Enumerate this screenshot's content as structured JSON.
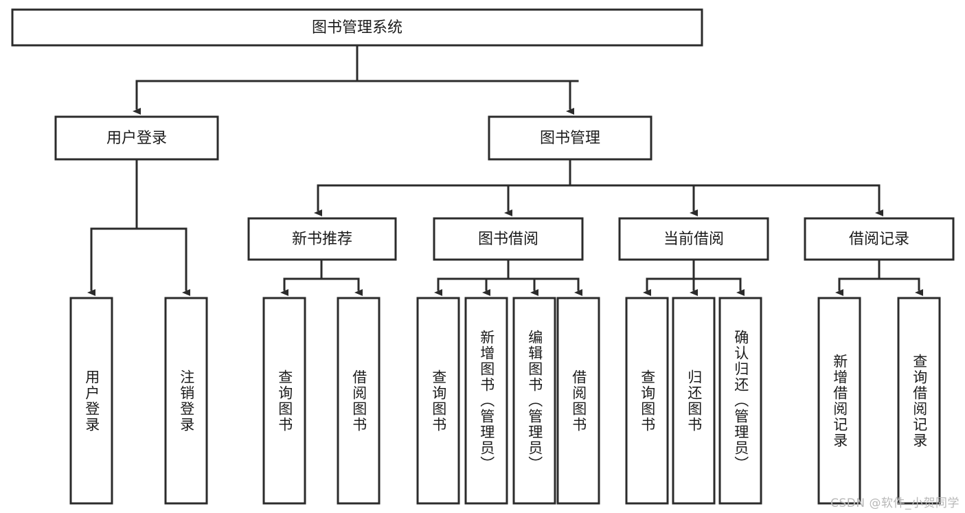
{
  "diagram": {
    "type": "tree-hierarchy",
    "title": "图书管理系统",
    "watermark": "CSDN @软件_小贺同学",
    "colors": {
      "stroke": "#2b2b2b",
      "fill": "#ffffff",
      "text": "#1b1b1b",
      "watermark": "#b8b8b8"
    },
    "levels": {
      "root": {
        "label": "图书管理系统",
        "orientation": "horizontal"
      },
      "level2": [
        {
          "label": "用户登录",
          "orientation": "horizontal"
        },
        {
          "label": "图书管理",
          "orientation": "horizontal"
        }
      ],
      "level3": [
        {
          "label": "新书推荐",
          "orientation": "horizontal",
          "parent": "图书管理"
        },
        {
          "label": "图书借阅",
          "orientation": "horizontal",
          "parent": "图书管理"
        },
        {
          "label": "当前借阅",
          "orientation": "horizontal",
          "parent": "图书管理"
        },
        {
          "label": "借阅记录",
          "orientation": "horizontal",
          "parent": "图书管理"
        }
      ],
      "leaves": [
        {
          "label": "用户登录",
          "orientation": "vertical",
          "parent": "用户登录"
        },
        {
          "label": "注销登录",
          "orientation": "vertical",
          "parent": "用户登录"
        },
        {
          "label": "查询图书",
          "orientation": "vertical",
          "parent": "新书推荐"
        },
        {
          "label": "借阅图书",
          "orientation": "vertical",
          "parent": "新书推荐"
        },
        {
          "label": "查询图书",
          "orientation": "vertical",
          "parent": "图书借阅"
        },
        {
          "label": "新增图书（管理员）",
          "orientation": "vertical",
          "parent": "图书借阅"
        },
        {
          "label": "编辑图书（管理员）",
          "orientation": "vertical",
          "parent": "图书借阅"
        },
        {
          "label": "借阅图书",
          "orientation": "vertical",
          "parent": "图书借阅"
        },
        {
          "label": "查询图书",
          "orientation": "vertical",
          "parent": "当前借阅"
        },
        {
          "label": "归还图书",
          "orientation": "vertical",
          "parent": "当前借阅"
        },
        {
          "label": "确认归还（管理员）",
          "orientation": "vertical",
          "parent": "当前借阅"
        },
        {
          "label": "新增借阅记录",
          "orientation": "vertical",
          "parent": "借阅记录"
        },
        {
          "label": "查询借阅记录",
          "orientation": "vertical",
          "parent": "借阅记录"
        }
      ]
    }
  }
}
